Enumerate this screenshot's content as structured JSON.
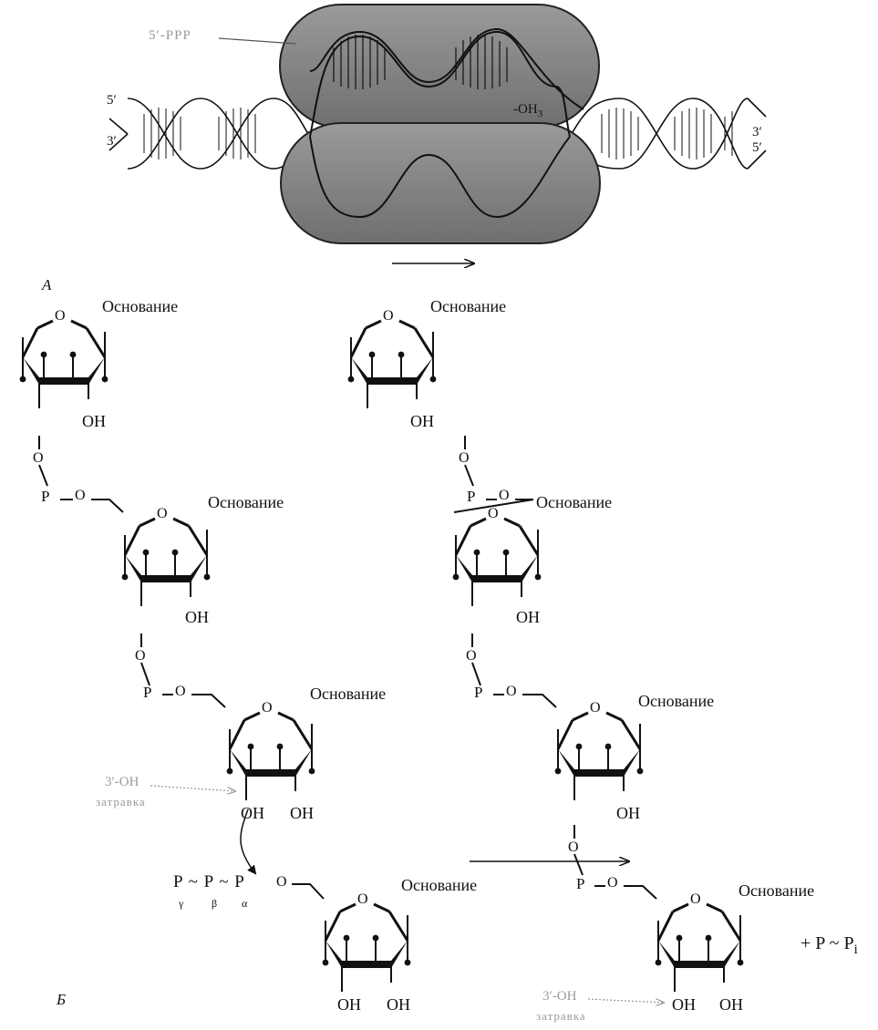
{
  "panel_a": {
    "letter": "A",
    "five_ppp": "5′-PPP",
    "oh3": "-OH",
    "oh3_sub": "3",
    "left_top": "5′",
    "left_bottom": "3′",
    "right_top": "3′",
    "right_bottom": "5′"
  },
  "panel_b": {
    "letter": "Б",
    "base": "Основание",
    "oh": "OH",
    "o": "O",
    "p": "P",
    "primer_oh": "3′-OH",
    "primer_word": "затравка",
    "triphosphate": "P ~ P ~ P",
    "gamma": "γ",
    "beta": "β",
    "alpha": "α",
    "pyrophosphate": "+ P ~ P",
    "pyrophosphate_sub": "i"
  },
  "colors": {
    "enzyme_fill": "#8a8a8a",
    "ink": "#111111",
    "faded": "#9a9a9a"
  }
}
